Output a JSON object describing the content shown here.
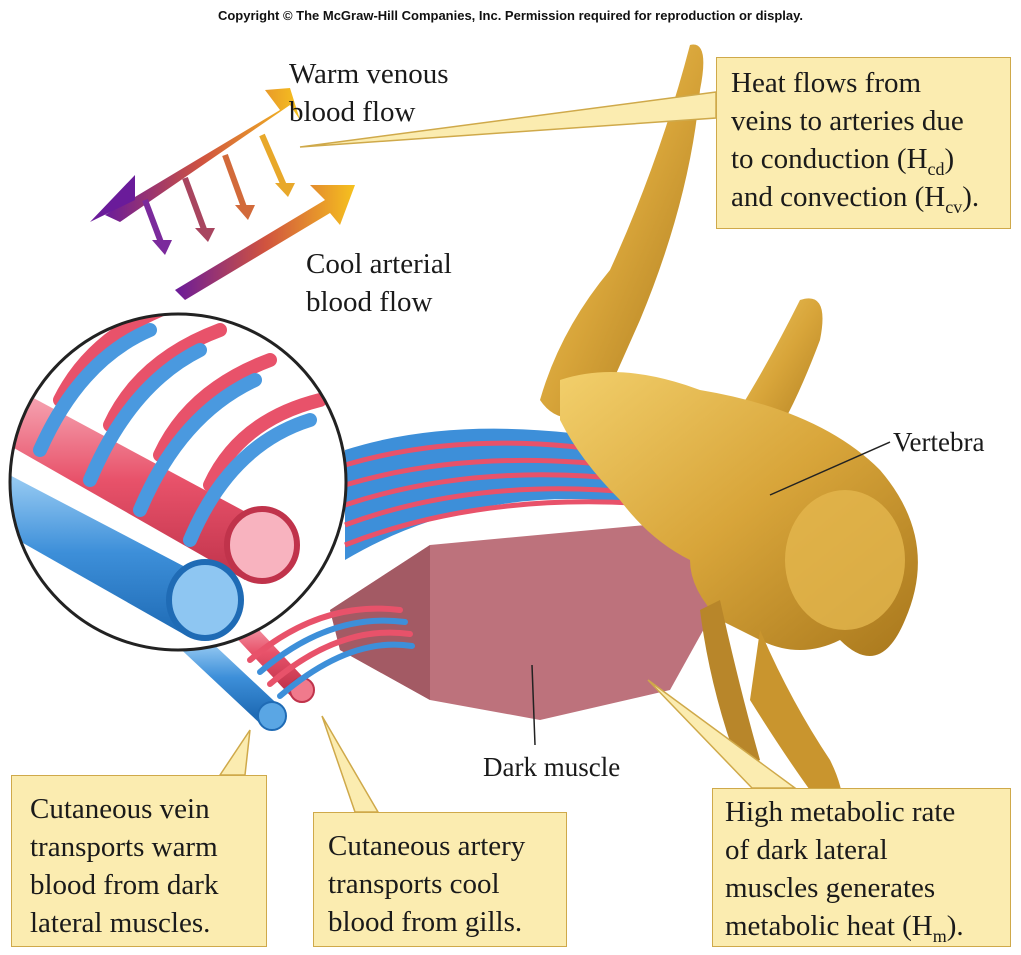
{
  "copyright": "Copyright © The McGraw-Hill Companies, Inc. Permission required for reproduction or display.",
  "labels": {
    "warm_line1": "Warm venous",
    "warm_line2": "blood flow",
    "cool_line1": "Cool arterial",
    "cool_line2": "blood flow",
    "vertebra": "Vertebra",
    "dark_muscle": "Dark muscle"
  },
  "callouts": {
    "heat_flow": {
      "line1": "Heat flows from",
      "line2": "veins to arteries due",
      "line3_text": "to conduction (H",
      "line3_sub": "cd",
      "line3_end": ")",
      "line4_text": "and convection (H",
      "line4_sub": "cv",
      "line4_end": ")."
    },
    "cutaneous_vein": {
      "line1": "Cutaneous vein",
      "line2": "transports warm",
      "line3": "blood from dark",
      "line4": "lateral muscles."
    },
    "cutaneous_artery": {
      "line1": "Cutaneous artery",
      "line2": "transports cool",
      "line3": "blood from gills."
    },
    "metabolic": {
      "line1": "High metabolic rate",
      "line2": "of dark lateral",
      "line3": "muscles generates",
      "line4_text": "metabolic heat (H",
      "line4_sub": "m",
      "line4_end": ")."
    }
  },
  "colors": {
    "vein": "#3d8fd9",
    "artery": "#e8526a",
    "bone": "#d9a93a",
    "muscle": "#bd727c",
    "callout_fill": "#fbecb0"
  }
}
